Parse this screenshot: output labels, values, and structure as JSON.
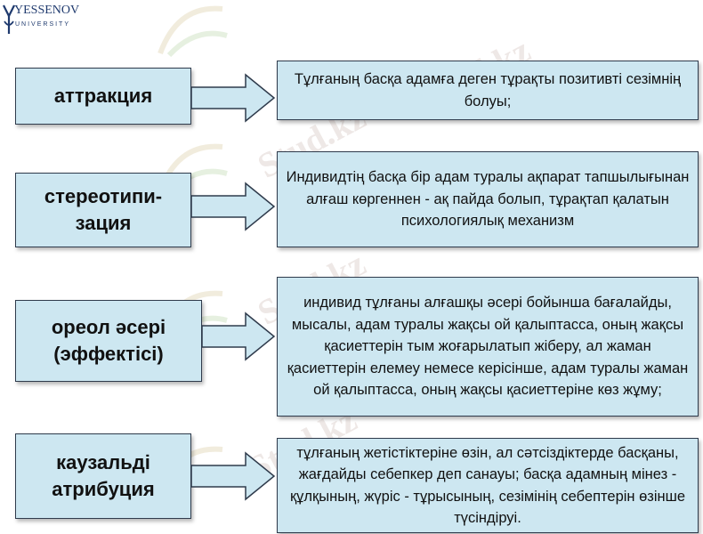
{
  "logo": {
    "name": "YESSENOV",
    "subtitle": "UNIVERSITY"
  },
  "watermark_text": "Stud.kz",
  "rows": [
    {
      "term": "аттракция",
      "description": "Тұлғаның  басқа адамға деген тұрақты позитивті сезімнің болуы;"
    },
    {
      "term": "стереотипи-зация",
      "description": "Индивидтің   басқа бір адам туралы ақпарат тапшылығынан алғаш көргеннен - ақ пайда болып, тұрақтап қалатын психологиялық механизм"
    },
    {
      "term": "ореол әсері (эффектісі)",
      "description": "индивид   тұлғаны алғашқы әсері бойынша бағалайды, мысалы, адам туралы жақсы ой қалыптасса, оның жақсы қасиеттерін тым жоғарылатып жіберу, ал жаман қасиеттерін елемеу немесе керісінше, адам туралы жаман ой қалыптасса, оның жақсы қасиеттеріне көз жұму;"
    },
    {
      "term": "каузальді атрибуция",
      "description": "тұлғаның жетістіктеріне өзін, ал сәтсіздіктерде басқаны, жағдайды себепкер деп санауы; басқа адамның мінез - құлқының, жүріс - тұрысының, сезімінің себептерін өзінше түсіндіруі."
    }
  ],
  "colors": {
    "box_fill": "#cde7f1",
    "box_border": "#2f3b4c",
    "brand": "#1f3a6e"
  }
}
